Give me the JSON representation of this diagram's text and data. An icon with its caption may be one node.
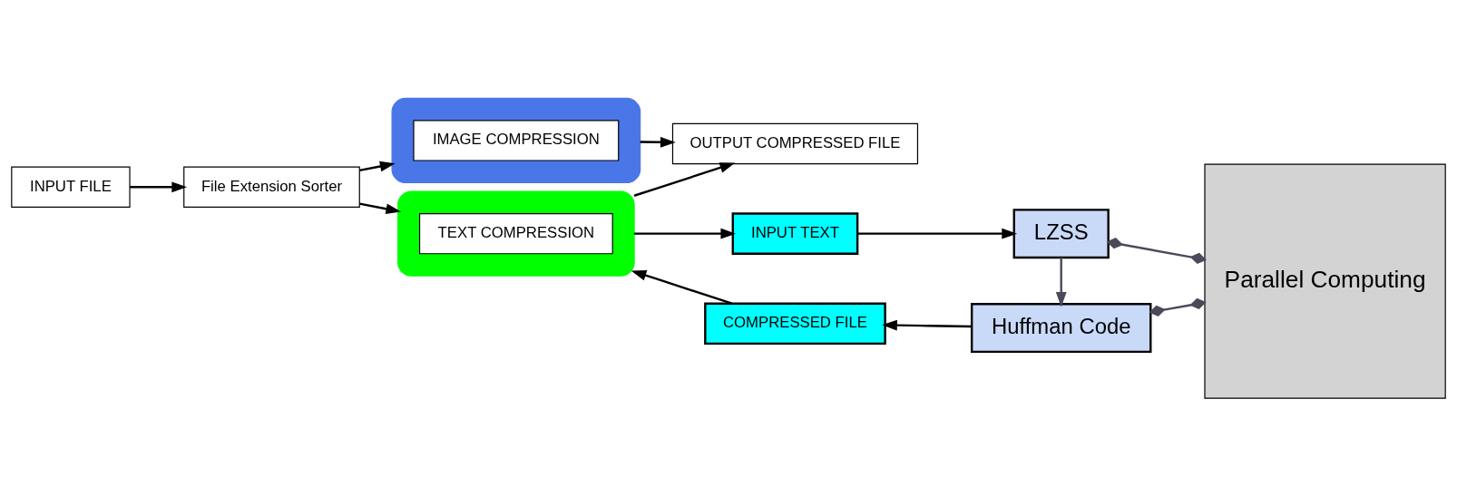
{
  "diagram": {
    "nodes": [
      {
        "text": [
          "INPUT FILE"
        ]
      },
      {
        "text": [
          "File Extension Sorter"
        ]
      },
      {
        "text": [],
        "shape": "box"
      },
      {
        "text": [
          "IMAGE COMPRESSION"
        ],
        "in": 2
      },
      {
        "text": [],
        "shape": "box"
      },
      {
        "text": [
          "TEXT COMPRESSION"
        ],
        "in": 4
      },
      {
        "text": [
          "OUTPUT COMPRESSED FILE"
        ]
      },
      {
        "text": [
          "INPUT TEXT"
        ]
      },
      {
        "text": [
          "LZSS"
        ]
      },
      {
        "text": [
          "Huffman Code"
        ]
      },
      {
        "text": [
          "COMPRESSED FILE"
        ]
      },
      {
        "text": [
          "Parallel Computing"
        ]
      }
    ],
    "edges": [
      {
        "from": 0,
        "to": 1,
        "arrow": "to"
      },
      {
        "from": 1,
        "to": 2,
        "arrow": "to"
      },
      {
        "from": 1,
        "to": 4,
        "arrow": "to"
      },
      {
        "from": 2,
        "to": 6,
        "arrow": "to"
      },
      {
        "from": 4,
        "to": 6,
        "arrow": "to"
      },
      {
        "from": 4,
        "to": 7,
        "arrow": "to"
      },
      {
        "from": 7,
        "to": 8,
        "arrow": "to"
      },
      {
        "from": 8,
        "to": 9,
        "arrow": "to",
        "color": "#4a4a5a"
      },
      {
        "from": 9,
        "to": 10,
        "arrow": "to"
      },
      {
        "from": 10,
        "to": 4,
        "arrow": "to"
      },
      {
        "from": 8,
        "to": 11,
        "arrow": "other",
        "color": "#4a4a5a"
      },
      {
        "from": 9,
        "to": 11,
        "arrow": "other",
        "color": "#4a4a5a"
      }
    ]
  }
}
